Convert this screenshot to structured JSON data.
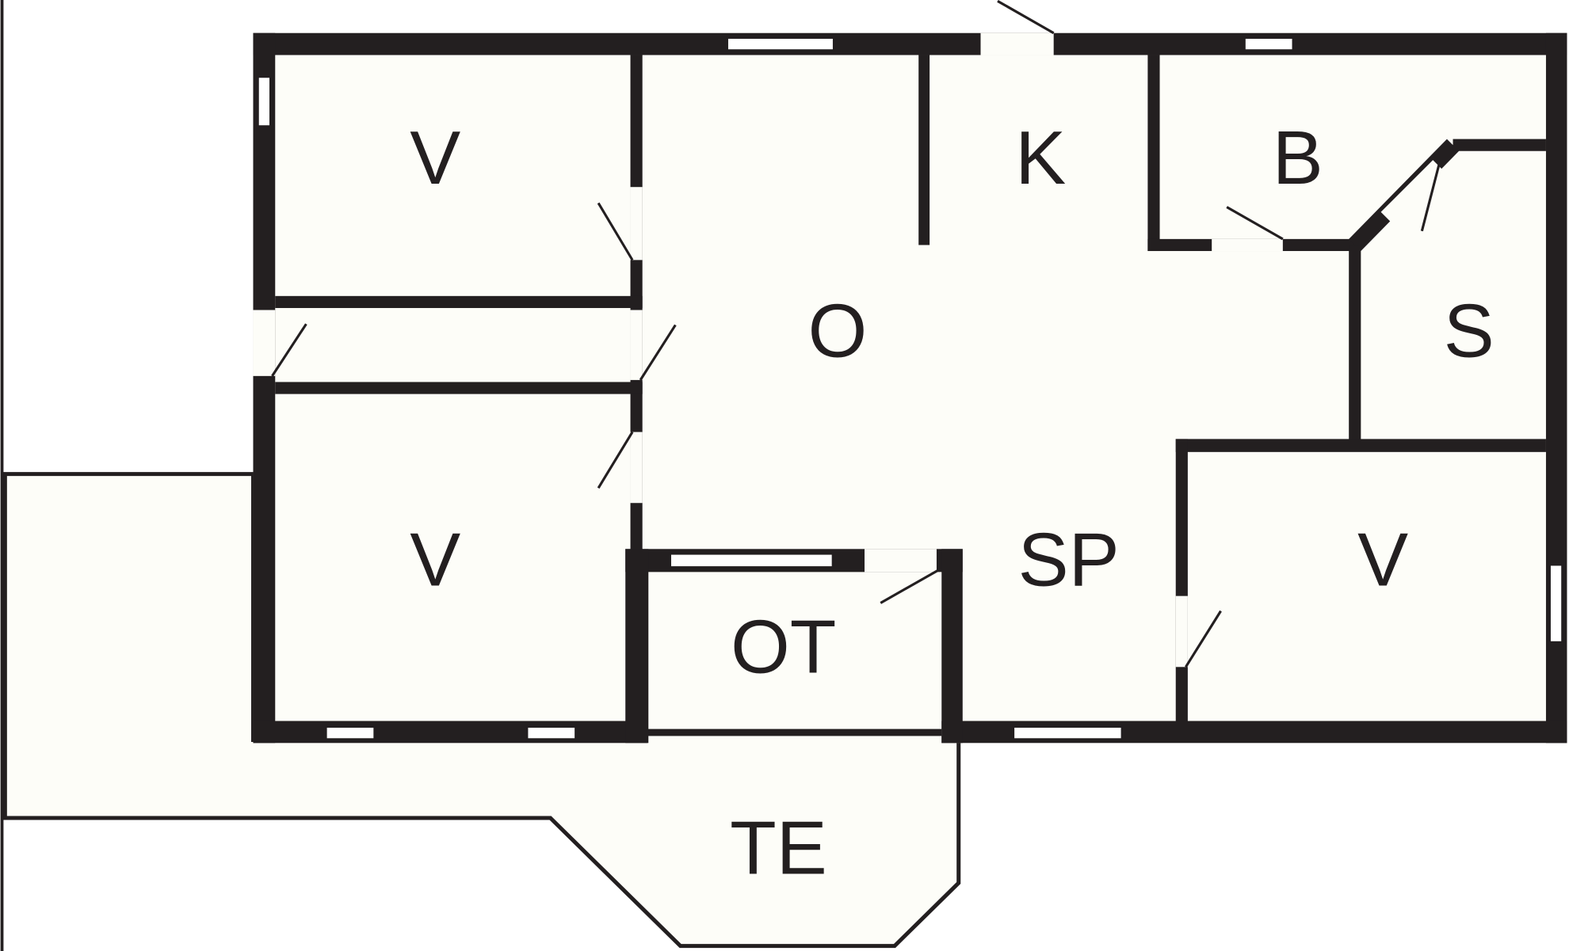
{
  "plan": {
    "colors": {
      "wall": "#231f20",
      "floor": "#fdfdf8"
    },
    "rooms": [
      {
        "id": "bedroom-1",
        "label": "V"
      },
      {
        "id": "kitchen",
        "label": "K"
      },
      {
        "id": "bathroom",
        "label": "B"
      },
      {
        "id": "living",
        "label": "O"
      },
      {
        "id": "sauna",
        "label": "S"
      },
      {
        "id": "bedroom-2",
        "label": "V"
      },
      {
        "id": "sp",
        "label": "SP"
      },
      {
        "id": "bedroom-3",
        "label": "V"
      },
      {
        "id": "ot",
        "label": "OT"
      },
      {
        "id": "terrace",
        "label": "TE"
      }
    ]
  }
}
